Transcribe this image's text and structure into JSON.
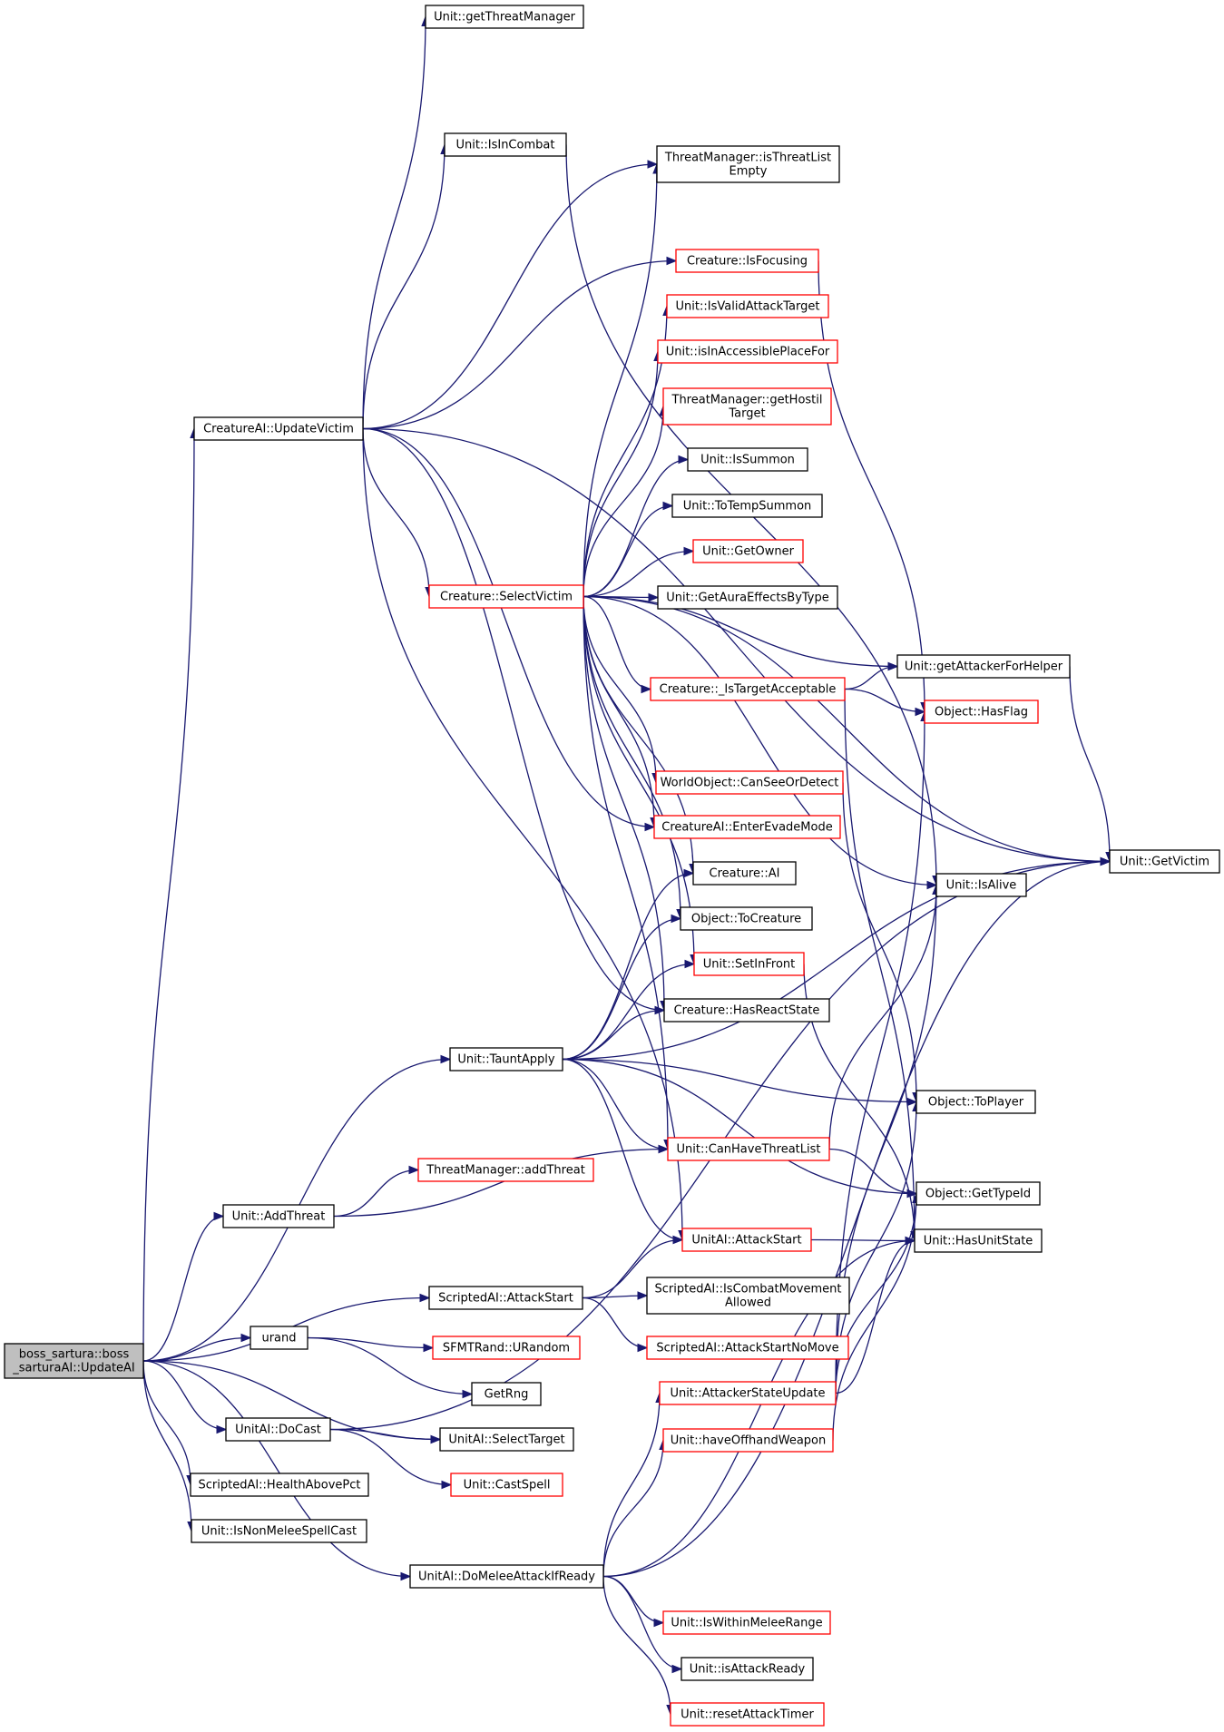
{
  "colors": {
    "edge": "#191970",
    "black_border": "#000000",
    "red_border": "#ff0000",
    "root_fill": "#bfbfbf",
    "fill": "#ffffff"
  },
  "nodes": [
    {
      "id": "root",
      "lines": [
        "boss_sartura::boss",
        "_sarturaAI::UpdateAI"
      ],
      "border": "black",
      "root": true
    },
    {
      "id": "getThreatManager",
      "lines": [
        "Unit::getThreatManager"
      ],
      "border": "black"
    },
    {
      "id": "isInCombat",
      "lines": [
        "Unit::IsInCombat"
      ],
      "border": "black"
    },
    {
      "id": "isThreatListEmpty",
      "lines": [
        "ThreatManager::isThreatList",
        "Empty"
      ],
      "border": "black"
    },
    {
      "id": "isFocusing",
      "lines": [
        "Creature::IsFocusing"
      ],
      "border": "red"
    },
    {
      "id": "isValidAttackTarget",
      "lines": [
        "Unit::IsValidAttackTarget"
      ],
      "border": "red"
    },
    {
      "id": "isInAccessiblePlaceFor",
      "lines": [
        "Unit::isInAccessiblePlaceFor"
      ],
      "border": "red"
    },
    {
      "id": "getHostilTarget",
      "lines": [
        "ThreatManager::getHostil",
        "Target"
      ],
      "border": "red"
    },
    {
      "id": "isSummon",
      "lines": [
        "Unit::IsSummon"
      ],
      "border": "black"
    },
    {
      "id": "toTempSummon",
      "lines": [
        "Unit::ToTempSummon"
      ],
      "border": "black"
    },
    {
      "id": "getOwner",
      "lines": [
        "Unit::GetOwner"
      ],
      "border": "red"
    },
    {
      "id": "getAuraEffectsByType",
      "lines": [
        "Unit::GetAuraEffectsByType"
      ],
      "border": "black"
    },
    {
      "id": "updateVictim",
      "lines": [
        "CreatureAI::UpdateVictim"
      ],
      "border": "black"
    },
    {
      "id": "selectVictim",
      "lines": [
        "Creature::SelectVictim"
      ],
      "border": "red"
    },
    {
      "id": "getAttackerForHelper",
      "lines": [
        "Unit::getAttackerForHelper"
      ],
      "border": "black"
    },
    {
      "id": "isTargetAcceptable",
      "lines": [
        "Creature::_IsTargetAcceptable"
      ],
      "border": "red"
    },
    {
      "id": "hasFlag",
      "lines": [
        "Object::HasFlag"
      ],
      "border": "red"
    },
    {
      "id": "canSeeOrDetect",
      "lines": [
        "WorldObject::CanSeeOrDetect"
      ],
      "border": "red"
    },
    {
      "id": "enterEvadeMode",
      "lines": [
        "CreatureAI::EnterEvadeMode"
      ],
      "border": "red"
    },
    {
      "id": "getVictim",
      "lines": [
        "Unit::GetVictim"
      ],
      "border": "black"
    },
    {
      "id": "creatureAI",
      "lines": [
        "Creature::AI"
      ],
      "border": "black"
    },
    {
      "id": "isAlive",
      "lines": [
        "Unit::IsAlive"
      ],
      "border": "black"
    },
    {
      "id": "toCreature",
      "lines": [
        "Object::ToCreature"
      ],
      "border": "black"
    },
    {
      "id": "setInFront",
      "lines": [
        "Unit::SetInFront"
      ],
      "border": "red"
    },
    {
      "id": "hasReactState",
      "lines": [
        "Creature::HasReactState"
      ],
      "border": "black"
    },
    {
      "id": "tauntApply",
      "lines": [
        "Unit::TauntApply"
      ],
      "border": "black"
    },
    {
      "id": "toPlayer",
      "lines": [
        "Object::ToPlayer"
      ],
      "border": "black"
    },
    {
      "id": "canHaveThreatList",
      "lines": [
        "Unit::CanHaveThreatList"
      ],
      "border": "red"
    },
    {
      "id": "addThreatTM",
      "lines": [
        "ThreatManager::addThreat"
      ],
      "border": "red"
    },
    {
      "id": "getTypeId",
      "lines": [
        "Object::GetTypeId"
      ],
      "border": "black"
    },
    {
      "id": "addThreat",
      "lines": [
        "Unit::AddThreat"
      ],
      "border": "black"
    },
    {
      "id": "attackStartAI",
      "lines": [
        "UnitAI::AttackStart"
      ],
      "border": "red"
    },
    {
      "id": "hasUnitState",
      "lines": [
        "Unit::HasUnitState"
      ],
      "border": "black"
    },
    {
      "id": "attackStartSAI",
      "lines": [
        "ScriptedAI::AttackStart"
      ],
      "border": "black"
    },
    {
      "id": "isCombatMovementAllowed",
      "lines": [
        "ScriptedAI::IsCombatMovement",
        "Allowed"
      ],
      "border": "black"
    },
    {
      "id": "attackStartNoMove",
      "lines": [
        "ScriptedAI::AttackStartNoMove"
      ],
      "border": "red"
    },
    {
      "id": "urand",
      "lines": [
        "urand"
      ],
      "border": "black"
    },
    {
      "id": "uRandom",
      "lines": [
        "SFMTRand::URandom"
      ],
      "border": "red"
    },
    {
      "id": "getRng",
      "lines": [
        "GetRng"
      ],
      "border": "black"
    },
    {
      "id": "attackerStateUpdate",
      "lines": [
        "Unit::AttackerStateUpdate"
      ],
      "border": "red"
    },
    {
      "id": "doCast",
      "lines": [
        "UnitAI::DoCast"
      ],
      "border": "black"
    },
    {
      "id": "selectTarget",
      "lines": [
        "UnitAI::SelectTarget"
      ],
      "border": "black"
    },
    {
      "id": "haveOffhandWeapon",
      "lines": [
        "Unit::haveOffhandWeapon"
      ],
      "border": "red"
    },
    {
      "id": "healthAbovePct",
      "lines": [
        "ScriptedAI::HealthAbovePct"
      ],
      "border": "black"
    },
    {
      "id": "castSpell",
      "lines": [
        "Unit::CastSpell"
      ],
      "border": "red"
    },
    {
      "id": "isNonMeleeSpellCast",
      "lines": [
        "Unit::IsNonMeleeSpellCast"
      ],
      "border": "black"
    },
    {
      "id": "doMeleeAttackIfReady",
      "lines": [
        "UnitAI::DoMeleeAttackIfReady"
      ],
      "border": "black"
    },
    {
      "id": "isWithinMeleeRange",
      "lines": [
        "Unit::IsWithinMeleeRange"
      ],
      "border": "red"
    },
    {
      "id": "isAttackReady",
      "lines": [
        "Unit::isAttackReady"
      ],
      "border": "black"
    },
    {
      "id": "resetAttackTimer",
      "lines": [
        "Unit::resetAttackTimer"
      ],
      "border": "red"
    }
  ],
  "edges": [
    [
      "root",
      "updateVictim"
    ],
    [
      "root",
      "tauntApply"
    ],
    [
      "root",
      "addThreat"
    ],
    [
      "root",
      "attackStartSAI"
    ],
    [
      "root",
      "urand"
    ],
    [
      "root",
      "selectTarget"
    ],
    [
      "root",
      "doCast"
    ],
    [
      "root",
      "healthAbovePct"
    ],
    [
      "root",
      "isNonMeleeSpellCast"
    ],
    [
      "root",
      "doMeleeAttackIfReady"
    ],
    [
      "updateVictim",
      "getThreatManager"
    ],
    [
      "updateVictim",
      "isInCombat"
    ],
    [
      "updateVictim",
      "isThreatListEmpty"
    ],
    [
      "updateVictim",
      "isFocusing"
    ],
    [
      "updateVictim",
      "selectVictim"
    ],
    [
      "updateVictim",
      "enterEvadeMode"
    ],
    [
      "updateVictim",
      "hasReactState"
    ],
    [
      "updateVictim",
      "attackStartAI"
    ],
    [
      "updateVictim",
      "getVictim"
    ],
    [
      "isInCombat",
      "isAlive"
    ],
    [
      "isFocusing",
      "hasFlag"
    ],
    [
      "selectVictim",
      "isThreatListEmpty"
    ],
    [
      "selectVictim",
      "getVictim"
    ],
    [
      "selectVictim",
      "isValidAttackTarget"
    ],
    [
      "selectVictim",
      "isInAccessiblePlaceFor"
    ],
    [
      "selectVictim",
      "getHostilTarget"
    ],
    [
      "selectVictim",
      "isSummon"
    ],
    [
      "selectVictim",
      "toTempSummon"
    ],
    [
      "selectVictim",
      "getOwner"
    ],
    [
      "selectVictim",
      "getAuraEffectsByType"
    ],
    [
      "selectVictim",
      "getAttackerForHelper"
    ],
    [
      "selectVictim",
      "isTargetAcceptable"
    ],
    [
      "selectVictim",
      "canSeeOrDetect"
    ],
    [
      "selectVictim",
      "enterEvadeMode"
    ],
    [
      "selectVictim",
      "creatureAI"
    ],
    [
      "selectVictim",
      "toCreature"
    ],
    [
      "selectVictim",
      "setInFront"
    ],
    [
      "selectVictim",
      "hasReactState"
    ],
    [
      "selectVictim",
      "canHaveThreatList"
    ],
    [
      "selectVictim",
      "isAlive"
    ],
    [
      "isTargetAcceptable",
      "getAttackerForHelper"
    ],
    [
      "isTargetAcceptable",
      "hasFlag"
    ],
    [
      "isTargetAcceptable",
      "hasUnitState"
    ],
    [
      "getAttackerForHelper",
      "getVictim"
    ],
    [
      "canSeeOrDetect",
      "toPlayer"
    ],
    [
      "setInFront",
      "hasUnitState"
    ],
    [
      "tauntApply",
      "creatureAI"
    ],
    [
      "tauntApply",
      "toCreature"
    ],
    [
      "tauntApply",
      "setInFront"
    ],
    [
      "tauntApply",
      "hasReactState"
    ],
    [
      "tauntApply",
      "getVictim"
    ],
    [
      "tauntApply",
      "toPlayer"
    ],
    [
      "tauntApply",
      "canHaveThreatList"
    ],
    [
      "tauntApply",
      "getTypeId"
    ],
    [
      "tauntApply",
      "attackStartAI"
    ],
    [
      "canHaveThreatList",
      "isAlive"
    ],
    [
      "canHaveThreatList",
      "getTypeId"
    ],
    [
      "addThreat",
      "addThreatTM"
    ],
    [
      "addThreat",
      "canHaveThreatList"
    ],
    [
      "attackStartAI",
      "hasUnitState"
    ],
    [
      "attackStartSAI",
      "attackStartAI"
    ],
    [
      "attackStartSAI",
      "isCombatMovementAllowed"
    ],
    [
      "attackStartSAI",
      "attackStartNoMove"
    ],
    [
      "urand",
      "uRandom"
    ],
    [
      "urand",
      "getRng"
    ],
    [
      "doCast",
      "selectTarget"
    ],
    [
      "doCast",
      "castSpell"
    ],
    [
      "doCast",
      "getVictim"
    ],
    [
      "doMeleeAttackIfReady",
      "attackerStateUpdate"
    ],
    [
      "doMeleeAttackIfReady",
      "haveOffhandWeapon"
    ],
    [
      "doMeleeAttackIfReady",
      "hasUnitState"
    ],
    [
      "doMeleeAttackIfReady",
      "getVictim"
    ],
    [
      "doMeleeAttackIfReady",
      "isWithinMeleeRange"
    ],
    [
      "doMeleeAttackIfReady",
      "isAttackReady"
    ],
    [
      "doMeleeAttackIfReady",
      "resetAttackTimer"
    ],
    [
      "attackerStateUpdate",
      "hasFlag"
    ],
    [
      "attackerStateUpdate",
      "isAlive"
    ],
    [
      "attackerStateUpdate",
      "toPlayer"
    ],
    [
      "attackerStateUpdate",
      "getTypeId"
    ],
    [
      "attackerStateUpdate",
      "hasUnitState"
    ],
    [
      "haveOffhandWeapon",
      "getTypeId"
    ]
  ]
}
